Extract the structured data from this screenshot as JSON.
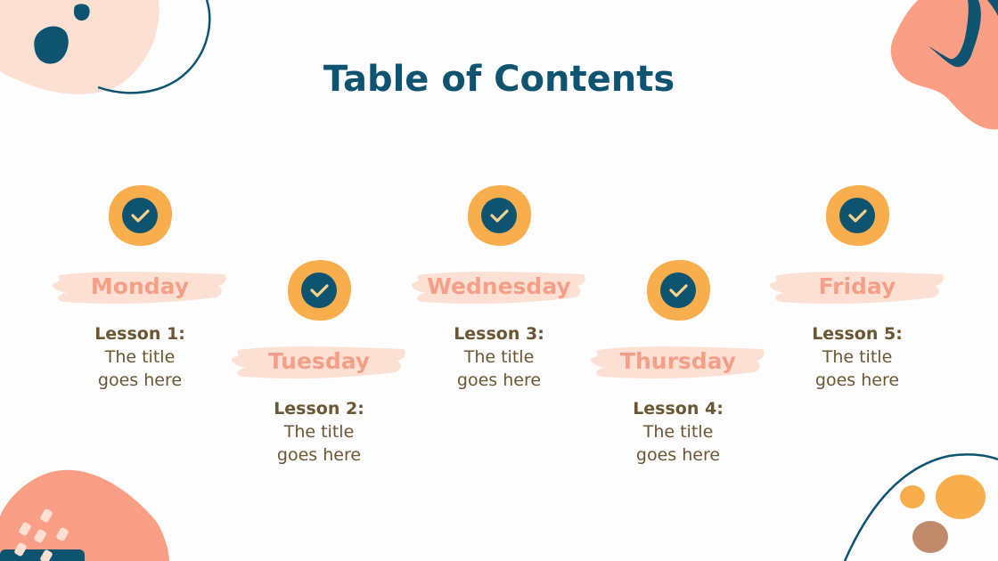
{
  "slide": {
    "title": "Table of Contents",
    "colors": {
      "title": "#0e5370",
      "day_text": "#f4a088",
      "day_brush": "#fde0d4",
      "badge_outer": "#f8ae4d",
      "badge_inner": "#0e5370",
      "check": "#f3d38c",
      "lesson_text": "#6b5633",
      "peach_blob": "#fde0d4",
      "salmon_blob": "#fa9f85",
      "navy": "#0e5370",
      "orange_dot": "#f8ae4d",
      "brown_dot": "#c08b6b"
    },
    "items": [
      {
        "day": "Monday",
        "lesson_label": "Lesson 1:",
        "title_line1": "The title",
        "title_line2": "goes here",
        "icon": "check-circle-icon"
      },
      {
        "day": "Tuesday",
        "lesson_label": "Lesson 2:",
        "title_line1": "The title",
        "title_line2": "goes here",
        "icon": "check-circle-icon"
      },
      {
        "day": "Wednesday",
        "lesson_label": "Lesson 3:",
        "title_line1": "The title",
        "title_line2": "goes here",
        "icon": "check-circle-icon"
      },
      {
        "day": "Thursday",
        "lesson_label": "Lesson 4:",
        "title_line1": "The title",
        "title_line2": "goes here",
        "icon": "check-circle-icon"
      },
      {
        "day": "Friday",
        "lesson_label": "Lesson 5:",
        "title_line1": "The title",
        "title_line2": "goes here",
        "icon": "check-circle-icon"
      }
    ]
  }
}
